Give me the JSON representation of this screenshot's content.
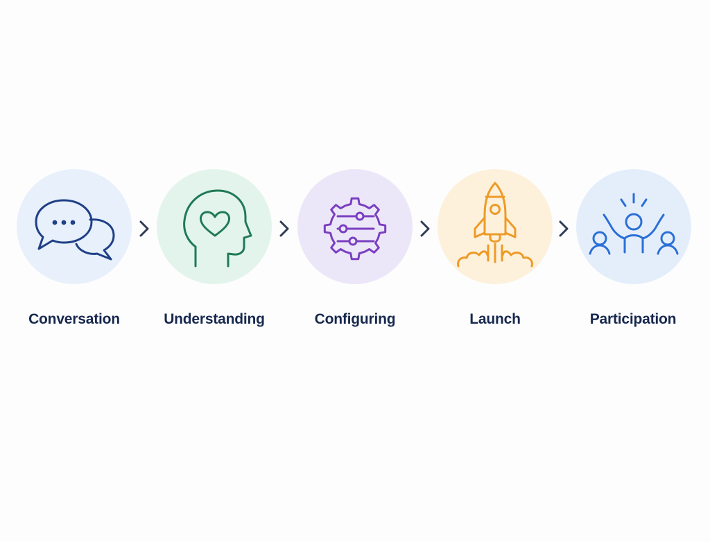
{
  "colors": {
    "chevron": "#2f3a55",
    "label": "#17284f"
  },
  "steps": [
    {
      "label": "Conversation",
      "icon": "chat-bubbles-icon",
      "bg": "#e7f0fb",
      "stroke": "#1f3f86"
    },
    {
      "label": "Understanding",
      "icon": "head-heart-icon",
      "bg": "#e3f4ec",
      "stroke": "#1f7a55"
    },
    {
      "label": "Configuring",
      "icon": "gear-sliders-icon",
      "bg": "#ece7f8",
      "stroke": "#7a3fc0"
    },
    {
      "label": "Launch",
      "icon": "rocket-icon",
      "bg": "#fdf1dc",
      "stroke": "#ee9a27"
    },
    {
      "label": "Participation",
      "icon": "people-celebrating-icon",
      "bg": "#e4eefb",
      "stroke": "#2a6fd6"
    }
  ]
}
